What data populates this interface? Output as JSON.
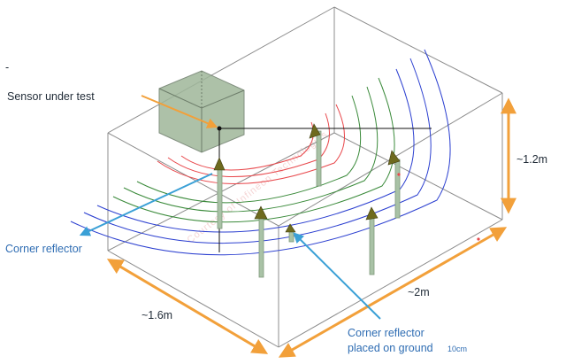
{
  "labels": {
    "sensor": "Sensor under test",
    "corner_reflector": "Corner reflector",
    "ground_reflector_line1": "Corner reflector",
    "ground_reflector_line2": "placed on ground",
    "ground_reflector_size": "10cm",
    "height": "~1.2m",
    "width": "~2m",
    "depth": "~1.6m",
    "watermark": "Courtesy of Infineon Technologies",
    "cursor_mark": "-"
  },
  "colors": {
    "box_edge": "#8c8c8c",
    "arrow_orange": "#f2a03a",
    "arrow_blue": "#3aa0d6",
    "arc_red": "#e8474b",
    "arc_green": "#3a8a3a",
    "arc_blue": "#2b3fd0",
    "sensor_cube": "#9fb79a",
    "reflector": "#6e6a1e",
    "pole": "#a9c2a6"
  }
}
